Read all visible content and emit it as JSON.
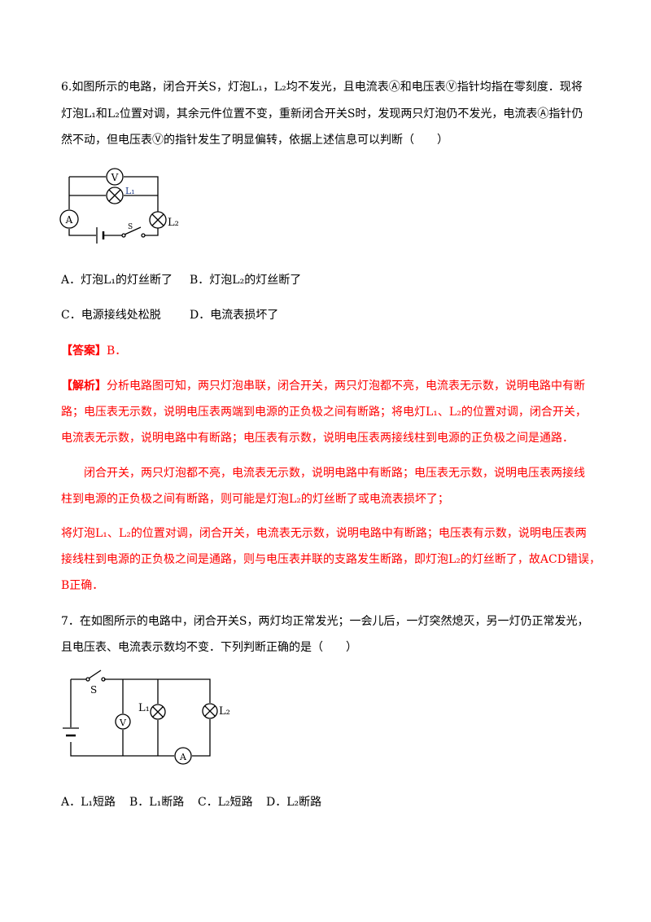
{
  "q6": {
    "line1": "6.如图所示的电路，闭合开关S，灯泡L₁，L₂均不发光，且电流表Ⓐ和电压表Ⓥ指针均指在零刻度．现将",
    "line2": "灯泡L₁和L₂位置对调，其余元件位置不变，重新闭合开关S时，发现两只灯泡仍不发光，电流表Ⓐ指针仍",
    "line3": "然不动，但电压表Ⓥ的指针发生了明显偏转，依据上述信息可以判断（　　）",
    "option_a": "A．灯泡L₁的灯丝断了",
    "option_b": "B．灯泡L₂的灯丝断了",
    "option_c": "C．电源接线处松脱",
    "option_d": "D．电流表损坏了",
    "answer_tag": "【答案】",
    "answer_value": "B．",
    "analysis_tag": "【解析】",
    "analysis_line1": "分析电路图可知，两只灯泡串联，闭合开关，两只灯泡都不亮，电流表无示数，说明电路中有断",
    "analysis_line2": "路；电压表无示数，说明电压表两端到电源的正负极之间有断路；将电灯L₁、L₂的位置对调，闭合开关，",
    "analysis_line3": "电流表无示数，说明电路中有断路；电压表有示数，说明电压表两接线柱到电源的正负极之间是通路．",
    "analysis_line4": "闭合开关，两只灯泡都不亮，电流表无示数，说明电路中有断路；电压表无示数，说明电压表两接线",
    "analysis_line5": "柱到电源的正负极之间有断路，则可能是灯泡L₂的灯丝断了或电流表损坏了；",
    "analysis_line6": "将灯泡L₁、L₂的位置对调，闭合开关，电流表无示数，说明电路中有断路；电压表有示数，说明电压表两",
    "analysis_line7": "接线柱到电源的正负极之间是通路，则与电压表并联的支路发生断路，即灯泡L₂的灯丝断了，故ACD错误，",
    "analysis_line8": "B正确．",
    "diagram": {
      "voltmeter": "V",
      "ammeter": "A",
      "lamp1": "L₁",
      "lamp2": "L₂",
      "switch": "S"
    }
  },
  "q7": {
    "line1": "7．在如图所示的电路中，闭合开关S，两灯均正常发光；一会儿后，一灯突然熄灭，另一灯仍正常发光，",
    "line2": "且电压表、电流表示数均不变．下列判断正确的是（　　）",
    "option_a": "A．L₁短路",
    "option_b": "B．L₁断路",
    "option_c": "C．L₂短路",
    "option_d": "D．L₂断路",
    "diagram": {
      "voltmeter": "V",
      "ammeter": "A",
      "lamp1": "L₁",
      "lamp2": "L₂",
      "switch": "S"
    }
  },
  "colors": {
    "analysis": "#ff0000",
    "text": "#000000",
    "lamp2_label": "#1f3c88"
  }
}
